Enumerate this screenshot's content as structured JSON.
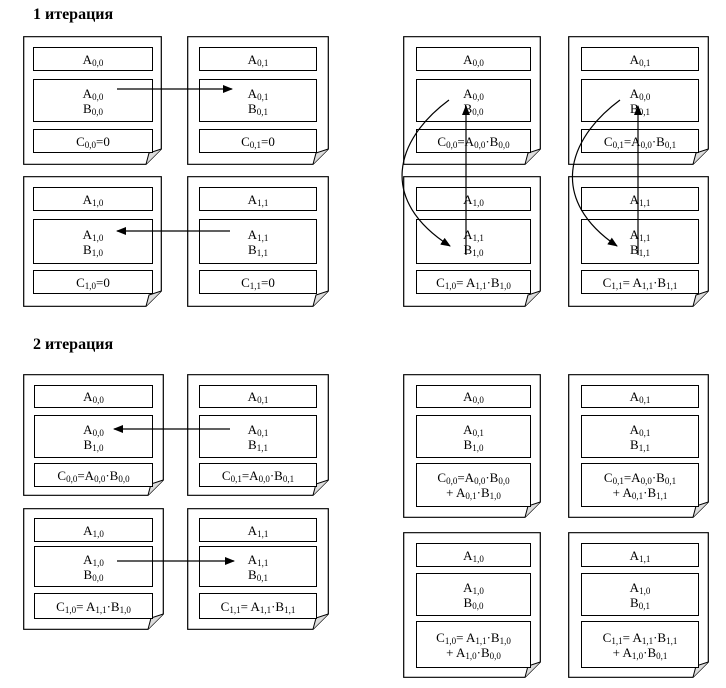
{
  "headings": {
    "iter1": "1 итерация",
    "iter2": "2 итерация"
  },
  "blocks": {
    "i1_left": {
      "p00": {
        "top": "A<sub>0,0</sub>",
        "mid": [
          "A<sub>0,0</sub>",
          "B<sub>0,0</sub>"
        ],
        "bot": [
          "C<sub>0,0</sub>=0"
        ]
      },
      "p01": {
        "top": "A<sub>0,1</sub>",
        "mid": [
          "A<sub>0,1</sub>",
          "B<sub>0,1</sub>"
        ],
        "bot": [
          "C<sub>0,1</sub>=0"
        ]
      },
      "p10": {
        "top": "A<sub>1,0</sub>",
        "mid": [
          "A<sub>1,0</sub>",
          "B<sub>1,0</sub>"
        ],
        "bot": [
          "C<sub>1,0</sub>=0"
        ]
      },
      "p11": {
        "top": "A<sub>1,1</sub>",
        "mid": [
          "A<sub>1,1</sub>",
          "B<sub>1,1</sub>"
        ],
        "bot": [
          "C<sub>1,1</sub>=0"
        ]
      }
    },
    "i1_right": {
      "p00": {
        "top": "A<sub>0,0</sub>",
        "mid": [
          "A<sub>0,0</sub>",
          "B<sub>0,0</sub>"
        ],
        "bot": [
          "C<sub>0,0</sub>=A<sub>0,0</sub>·B<sub>0,0</sub>"
        ]
      },
      "p01": {
        "top": "A<sub>0,1</sub>",
        "mid": [
          "A<sub>0,0</sub>",
          "B<sub>0,1</sub>"
        ],
        "bot": [
          "C<sub>0,1</sub>=A<sub>0,0</sub>·B<sub>0,1</sub>"
        ]
      },
      "p10": {
        "top": "A<sub>1,0</sub>",
        "mid": [
          "A<sub>1,1</sub>",
          "B<sub>1,0</sub>"
        ],
        "bot": [
          "C<sub>1,0</sub>= A<sub>1,1</sub>·B<sub>1,0</sub>"
        ]
      },
      "p11": {
        "top": "A<sub>1,1</sub>",
        "mid": [
          "A<sub>1,1</sub>",
          "B<sub>1,1</sub>"
        ],
        "bot": [
          "C<sub>1,1</sub>= A<sub>1,1</sub>·B<sub>1,1</sub>"
        ]
      }
    },
    "i2_left": {
      "p00": {
        "top": "A<sub>0,0</sub>",
        "mid": [
          "A<sub>0,0</sub>",
          "B<sub>1,0</sub>"
        ],
        "bot": [
          "C<sub>0,0</sub>=A<sub>0,0</sub>·B<sub>0,0</sub>"
        ]
      },
      "p01": {
        "top": "A<sub>0,1</sub>",
        "mid": [
          "A<sub>0,1</sub>",
          "B<sub>1,1</sub>"
        ],
        "bot": [
          "C<sub>0,1</sub>=A<sub>0,0</sub>·B<sub>0,1</sub>"
        ]
      },
      "p10": {
        "top": "A<sub>1,0</sub>",
        "mid": [
          "A<sub>1,0</sub>",
          "B<sub>0,0</sub>"
        ],
        "bot": [
          "C<sub>1,0</sub>= A<sub>1,1</sub>·B<sub>1,0</sub>"
        ]
      },
      "p11": {
        "top": "A<sub>1,1</sub>",
        "mid": [
          "A<sub>1,1</sub>",
          "B<sub>0,1</sub>"
        ],
        "bot": [
          "C<sub>1,1</sub>= A<sub>1,1</sub>·B<sub>1,1</sub>"
        ]
      }
    },
    "i2_right": {
      "p00": {
        "top": "A<sub>0,0</sub>",
        "mid": [
          "A<sub>0,1</sub>",
          "B<sub>1,0</sub>"
        ],
        "bot": [
          "C<sub>0,0</sub>=A<sub>0,0</sub>·B<sub>0,0</sub>",
          "+ A<sub>0,1</sub>·B<sub>1,0</sub>"
        ]
      },
      "p01": {
        "top": "A<sub>0,1</sub>",
        "mid": [
          "A<sub>0,1</sub>",
          "B<sub>1,1</sub>"
        ],
        "bot": [
          "C<sub>0,1</sub>=A<sub>0,0</sub>·B<sub>0,1</sub>",
          "+ A<sub>0,1</sub>·B<sub>1,1</sub>"
        ]
      },
      "p10": {
        "top": "A<sub>1,0</sub>",
        "mid": [
          "A<sub>1,0</sub>",
          "B<sub>0,0</sub>"
        ],
        "bot": [
          "C<sub>1,0</sub>= A<sub>1,1</sub>·B<sub>1,0</sub>",
          "+ A<sub>1,0</sub>·B<sub>0,0</sub>"
        ]
      },
      "p11": {
        "top": "A<sub>1,1</sub>",
        "mid": [
          "A<sub>1,0</sub>",
          "B<sub>0,1</sub>"
        ],
        "bot": [
          "C<sub>1,1</sub>= A<sub>1,1</sub>·B<sub>1,1</sub>",
          "+ A<sub>1,0</sub>·B<sub>0,1</sub>"
        ]
      }
    }
  }
}
